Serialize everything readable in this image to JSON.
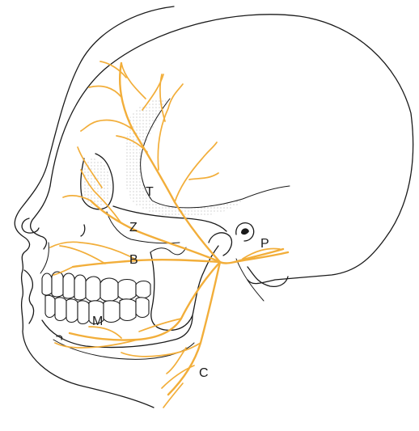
{
  "labels": {
    "T": "T",
    "Z": "Z",
    "B": "B",
    "M": "M",
    "C": "C",
    "P": "P"
  },
  "colors": {
    "nerve": "#F2AE3A",
    "outline": "#1a1a1a",
    "stipple": "#9a9a9a"
  }
}
